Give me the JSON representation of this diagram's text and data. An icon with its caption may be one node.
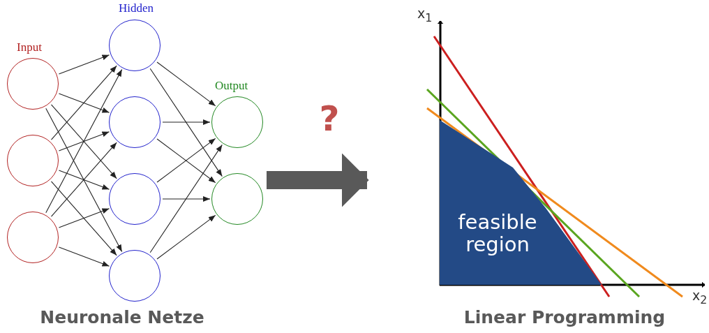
{
  "diagram": {
    "nodes": [
      {
        "text": [
          "Neuronale Netze"
        ]
      },
      {
        "text": [],
        "shape": "circle",
        "in": 0
      },
      {
        "text": [],
        "shape": "circle",
        "in": 0
      },
      {
        "text": [],
        "shape": "circle",
        "in": 0
      },
      {
        "text": [],
        "shape": "circle",
        "in": 0
      },
      {
        "text": [],
        "shape": "circle",
        "in": 0
      },
      {
        "text": [],
        "shape": "circle",
        "in": 0
      },
      {
        "text": [],
        "shape": "circle",
        "in": 0
      },
      {
        "text": [],
        "shape": "circle",
        "in": 0
      },
      {
        "text": [],
        "shape": "circle",
        "in": 0
      },
      {
        "text": [
          "Linear Programming"
        ]
      },
      {
        "text": [
          "feasible region"
        ],
        "in": 10
      }
    ],
    "edges": [
      {
        "from": 1,
        "to": 4,
        "arrow": "to"
      },
      {
        "from": 1,
        "to": 5,
        "arrow": "to"
      },
      {
        "from": 1,
        "to": 6,
        "arrow": "to"
      },
      {
        "from": 1,
        "to": 7,
        "arrow": "to"
      },
      {
        "from": 2,
        "to": 4,
        "arrow": "to"
      },
      {
        "from": 2,
        "to": 5,
        "arrow": "to"
      },
      {
        "from": 2,
        "to": 6,
        "arrow": "to"
      },
      {
        "from": 2,
        "to": 7,
        "arrow": "to"
      },
      {
        "from": 3,
        "to": 4,
        "arrow": "to"
      },
      {
        "from": 3,
        "to": 5,
        "arrow": "to"
      },
      {
        "from": 3,
        "to": 6,
        "arrow": "to"
      },
      {
        "from": 3,
        "to": 7,
        "arrow": "to"
      },
      {
        "from": 4,
        "to": 8,
        "arrow": "to"
      },
      {
        "from": 4,
        "to": 9,
        "arrow": "to"
      },
      {
        "from": 5,
        "to": 8,
        "arrow": "to"
      },
      {
        "from": 5,
        "to": 9,
        "arrow": "to"
      },
      {
        "from": 6,
        "to": 8,
        "arrow": "to"
      },
      {
        "from": 6,
        "to": 9,
        "arrow": "to"
      },
      {
        "from": 7,
        "to": 8,
        "arrow": "to"
      },
      {
        "from": 7,
        "to": 9,
        "arrow": "to"
      },
      {
        "from": 0,
        "to": 10,
        "arrow": "to",
        "label": "?",
        "style": "thick",
        "color": "#595959"
      }
    ],
    "labels": [
      "Hidden",
      "x$_{1}$",
      "Input",
      "Output",
      "x$_{2}$"
    ]
  }
}
